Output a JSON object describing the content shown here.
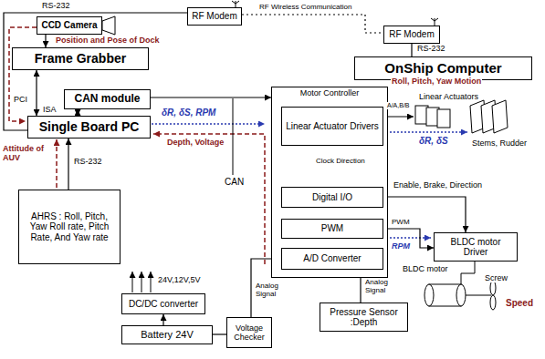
{
  "diagram": {
    "nodes": [
      {
        "text": [
          "CCD Camera"
        ]
      },
      {
        "text": [
          "RF Modem"
        ]
      },
      {
        "text": [
          "RF Modem"
        ]
      },
      {
        "text": [
          "OnShip Computer"
        ]
      },
      {
        "text": [
          "Frame Grabber"
        ]
      },
      {
        "text": [
          "CAN module"
        ]
      },
      {
        "text": [
          "Single Board PC"
        ]
      },
      {
        "text": [
          "AHRS : Roll, Pitch, Yaw Roll rate, Pitch Rate, And Yaw rate"
        ]
      },
      {
        "text": [
          "Motor Controller"
        ]
      },
      {
        "text": [
          "Linear Actuator Drivers"
        ],
        "in": 8
      },
      {
        "text": [
          "Digital I/O"
        ],
        "in": 8
      },
      {
        "text": [
          "PWM"
        ],
        "in": 8
      },
      {
        "text": [
          "A/D Converter"
        ],
        "in": 8
      },
      {
        "text": [
          "DC/DC converter"
        ]
      },
      {
        "text": [
          "Battery 24V"
        ]
      },
      {
        "text": [
          "Voltage Checker"
        ]
      },
      {
        "text": [
          "Pressure Sensor :Depth"
        ]
      },
      {
        "text": [
          "BLDC motor Driver"
        ]
      }
    ],
    "edges": [
      {
        "from": 6,
        "to": 1,
        "label": "RS-232",
        "arrow": "none"
      },
      {
        "from": 1,
        "to": 2,
        "label": "RF Wireless Communication",
        "arrow": "none"
      },
      {
        "from": 2,
        "to": 3,
        "label": "RS-232",
        "arrow": "none"
      },
      {
        "from": 0,
        "to": 4,
        "arrow": "to"
      },
      {
        "from": 4,
        "to": 6,
        "label": "PCI",
        "arrow": "both"
      },
      {
        "from": 5,
        "to": 6,
        "label": "ISA",
        "arrow": "both"
      },
      {
        "from": 7,
        "to": 6,
        "label": "RS-232",
        "arrow": "to"
      },
      {
        "from": 5,
        "to": 8,
        "arrow": "to"
      },
      {
        "from": 10,
        "to": 9,
        "label": "Clock Direction",
        "arrow": "to"
      },
      {
        "from": 10,
        "to": 17,
        "label": "Enable, Brake, Direction",
        "arrow": "to"
      },
      {
        "from": 11,
        "to": 17,
        "label": "PWM",
        "arrow": "to"
      },
      {
        "from": 15,
        "to": 12,
        "label": "Analog Signal",
        "arrow": "to"
      },
      {
        "from": 16,
        "to": 12,
        "label": "Analog Signal",
        "arrow": "to"
      },
      {
        "from": 14,
        "to": 15,
        "arrow": "none"
      },
      {
        "from": 14,
        "to": 13,
        "arrow": "to"
      }
    ],
    "labels": [
      "Position and Pose of Dock",
      "Attitude of AUV",
      "δR, δS, RPM",
      "Depth, Voltage",
      "CAN",
      "Roll, Pitch, Yaw Motion",
      "Linear Actuators",
      "A/A,B/B",
      "δR, δS",
      "RPM",
      "Stems, Rudder",
      "BLDC motor",
      "Screw",
      "Speed",
      "24V,12V,5V"
    ]
  }
}
